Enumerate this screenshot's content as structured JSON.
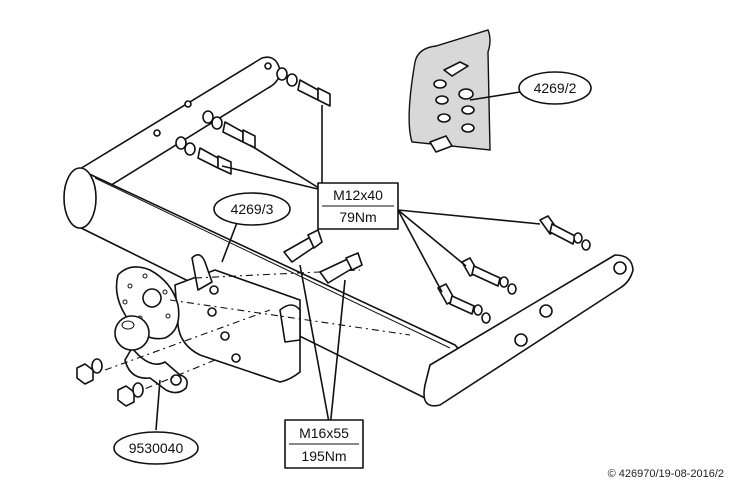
{
  "labels": {
    "detail_part": "4269/2",
    "bracket_part": "4269/3",
    "ball_part": "9530040",
    "small_bolt_size": "M12x40",
    "small_bolt_torque": "79Nm",
    "large_bolt_size": "M16x55",
    "large_bolt_torque": "195Nm"
  },
  "footer": {
    "copyright": "© 426970/19-08-2016/2"
  }
}
